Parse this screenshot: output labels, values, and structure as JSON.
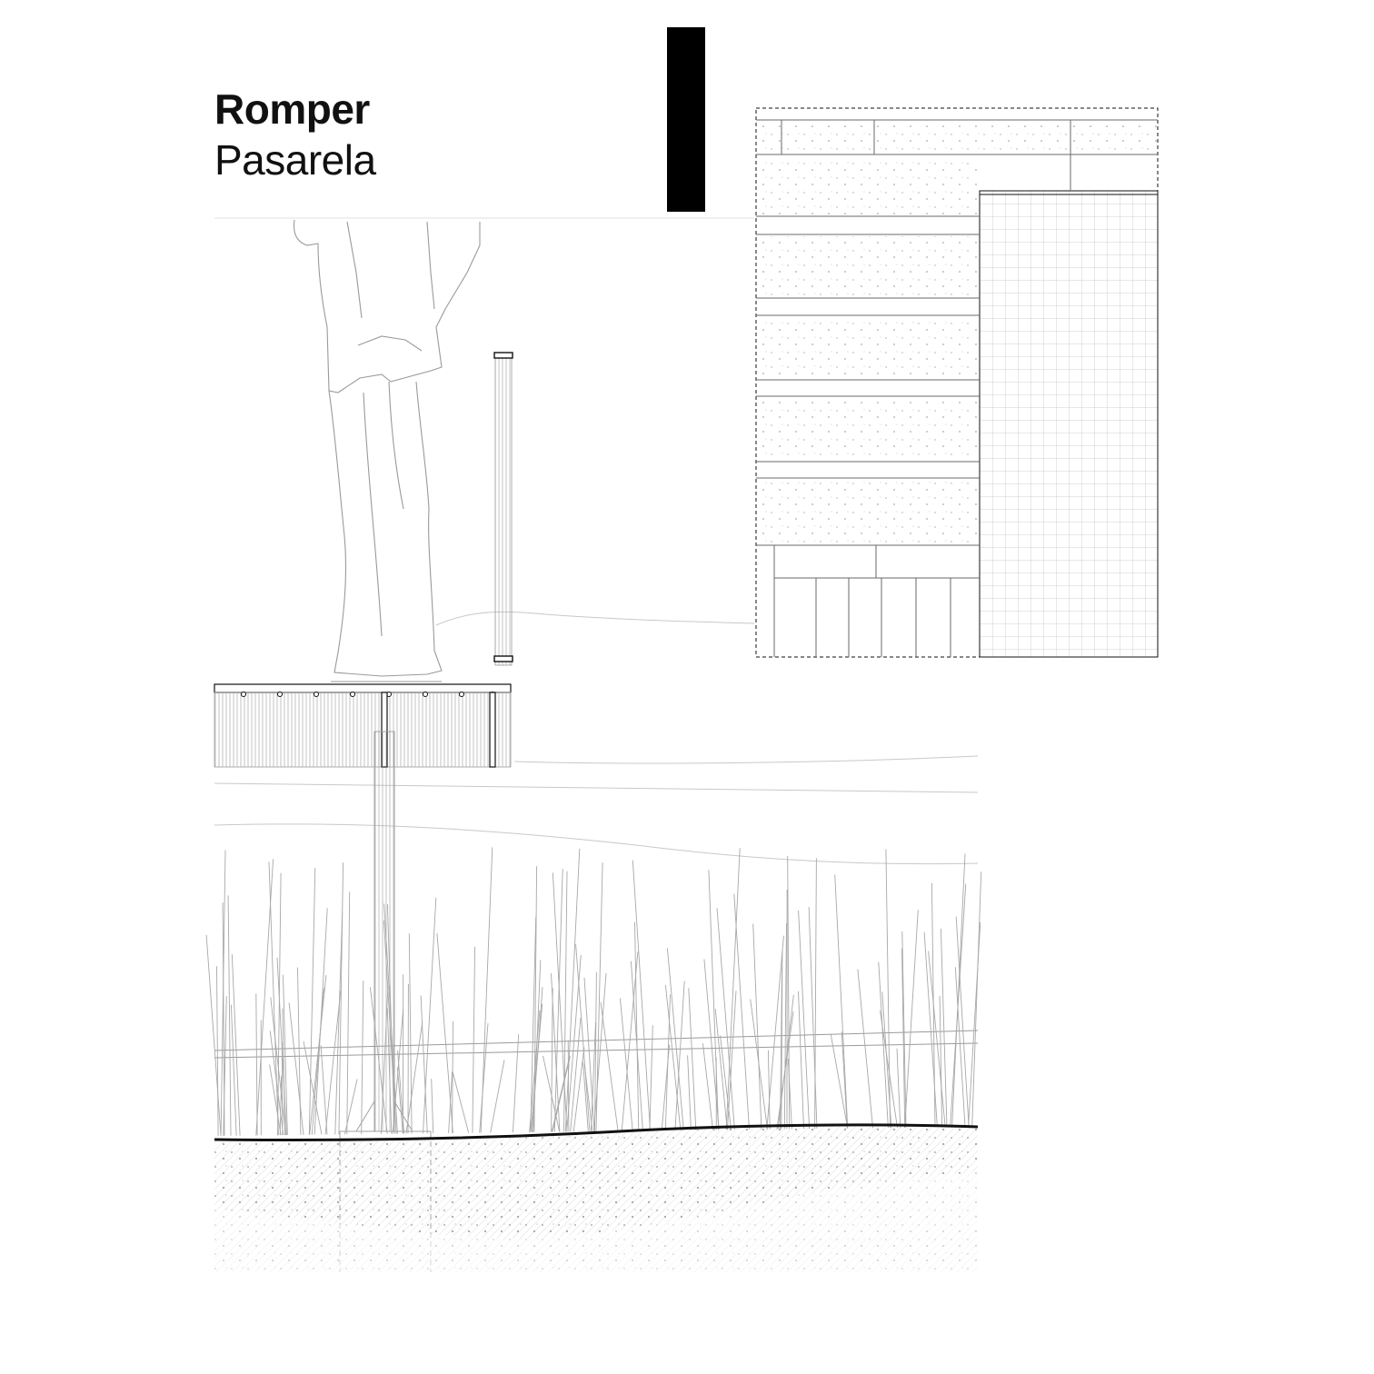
{
  "header": {
    "title": "Romper",
    "subtitle": "Pasarela"
  },
  "colors": {
    "ink": "#111111",
    "line": "#9a9a9a",
    "soil_hatch": "#bdbdbd",
    "accent_bar": "#000000",
    "background": "#ffffff"
  },
  "drawing": {
    "elements": [
      "human-figure",
      "walkway-deck",
      "railing-post",
      "support-pile",
      "pile-footing",
      "reeds",
      "ground-line",
      "soil-section",
      "material-detail-panel"
    ]
  }
}
